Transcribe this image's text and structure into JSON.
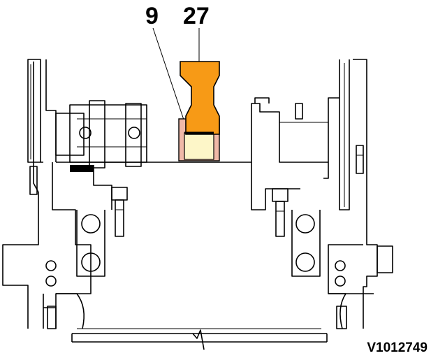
{
  "figure": {
    "callouts": [
      {
        "label": "9",
        "target": "bushing"
      },
      {
        "label": "27",
        "target": "drift-tool"
      }
    ],
    "figure_id": "V1012749"
  },
  "colors": {
    "tool": "#f79a16",
    "bushing": "#f0b9a8",
    "bushing_inner": "#fdf6c8",
    "line": "#000000"
  },
  "icons": [
    "bearing-ball-icon",
    "bolt-icon",
    "break-line-icon"
  ]
}
